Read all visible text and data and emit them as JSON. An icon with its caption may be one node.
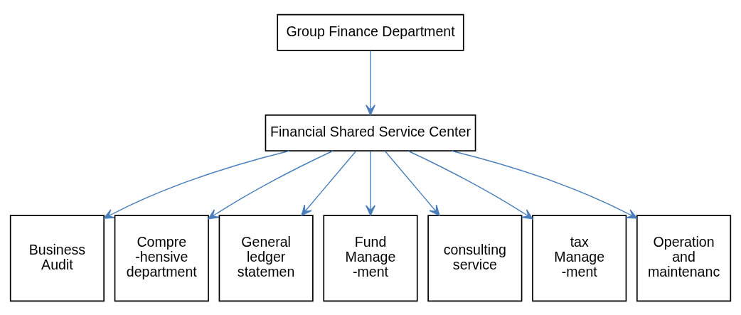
{
  "diagram": {
    "nodes": [
      {
        "text": [
          "Group Finance Department"
        ]
      },
      {
        "text": [
          "Financial Shared Service Center"
        ]
      },
      {
        "text": [
          "Business Audit"
        ]
      },
      {
        "text": [
          "Compre -hensive department"
        ]
      },
      {
        "text": [
          "General ledger statemen"
        ]
      },
      {
        "text": [
          "Fund Manage -ment"
        ]
      },
      {
        "text": [
          "consulting service"
        ]
      },
      {
        "text": [
          "tax Manage -ment"
        ]
      },
      {
        "text": [
          "Operation and maintenanc"
        ]
      }
    ],
    "edges": [
      {
        "from": 0,
        "to": 1,
        "arrow": "to"
      },
      {
        "from": 1,
        "to": 2,
        "arrow": "to"
      },
      {
        "from": 1,
        "to": 3,
        "arrow": "to"
      },
      {
        "from": 1,
        "to": 4,
        "arrow": "to"
      },
      {
        "from": 1,
        "to": 5,
        "arrow": "to"
      },
      {
        "from": 1,
        "to": 6,
        "arrow": "to"
      },
      {
        "from": 1,
        "to": 7,
        "arrow": "to"
      },
      {
        "from": 1,
        "to": 8,
        "arrow": "to"
      }
    ]
  }
}
